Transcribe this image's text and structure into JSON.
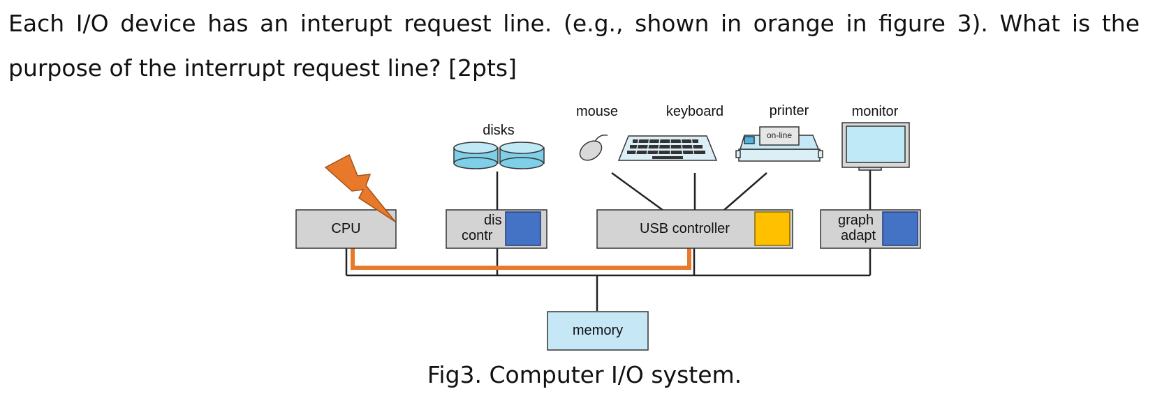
{
  "question": {
    "text": "Each I/O device has an interupt request line. (e.g., shown in orange in figure 3). What is the purpose of the interrupt request line? [2pts]"
  },
  "diagram": {
    "components": {
      "cpu": "CPU",
      "disk_controller_line1": "dis",
      "disk_controller_line2": "contr",
      "usb_controller": "USB controller",
      "graphics_adapter_line1": "graph",
      "graphics_adapter_line2": "adapt",
      "memory": "memory"
    },
    "devices": {
      "disks": "disks",
      "mouse": "mouse",
      "keyboard": "keyboard",
      "printer": "printer",
      "printer_display": "on-line",
      "monitor": "monitor"
    },
    "colors": {
      "interrupt_line": "#E8792A",
      "controller_box": "#D3D3D3",
      "blue_square": "#4472C4",
      "yellow_square": "#FFC000",
      "memory_box": "#C6E7F5",
      "disk_fill": "#7FCFE8"
    }
  },
  "caption": {
    "text": "Fig3. Computer I/O system."
  }
}
